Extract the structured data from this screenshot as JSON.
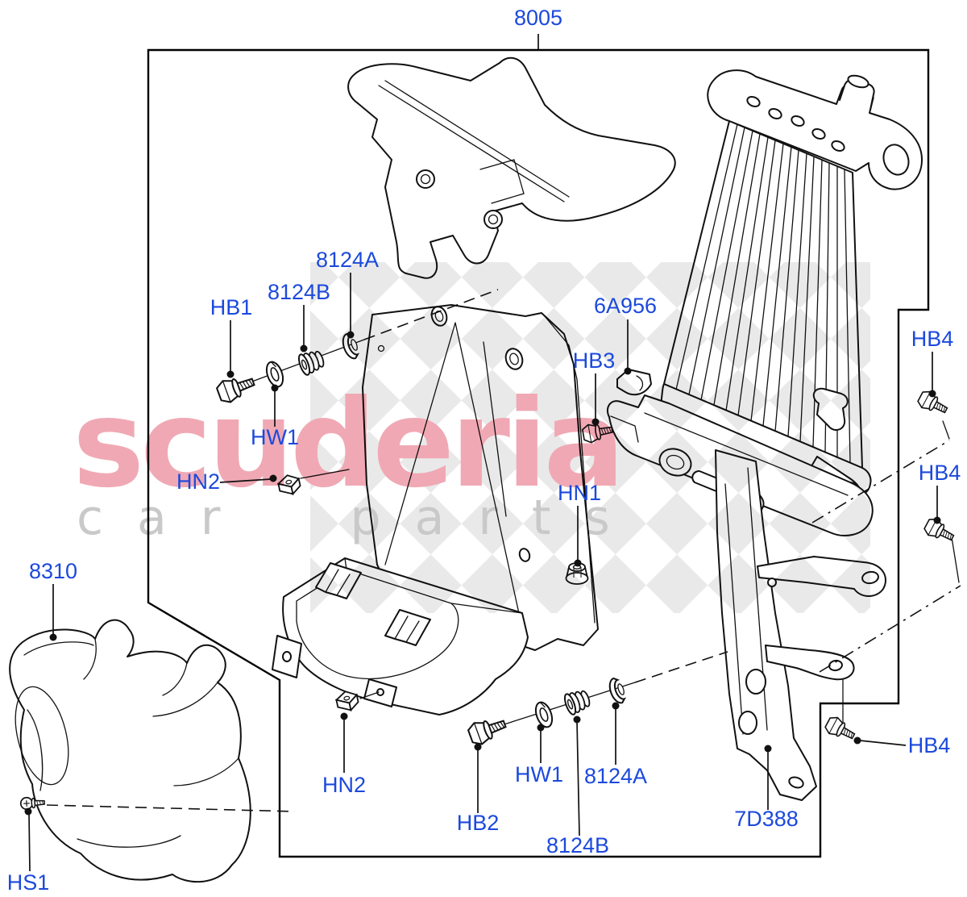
{
  "diagram": {
    "assembly_code": "8005",
    "figure_type": "exploded-parts-diagram",
    "callouts": [
      {
        "code": "8005"
      },
      {
        "code": "8124A"
      },
      {
        "code": "8124B"
      },
      {
        "code": "HB1"
      },
      {
        "code": "HW1"
      },
      {
        "code": "HN2"
      },
      {
        "code": "8310"
      },
      {
        "code": "HS1"
      },
      {
        "code": "HN1"
      },
      {
        "code": "HB3"
      },
      {
        "code": "6A956"
      },
      {
        "code": "HB4"
      },
      {
        "code": "HB4"
      },
      {
        "code": "HB4"
      },
      {
        "code": "7D388"
      },
      {
        "code": "HN2"
      },
      {
        "code": "HB2"
      },
      {
        "code": "HW1"
      },
      {
        "code": "8124A"
      },
      {
        "code": "8124B"
      }
    ],
    "watermark": {
      "brand": "scuderia",
      "tagline": "car parts"
    },
    "colors": {
      "callout_blue": "#1c49dc",
      "line": "#111111",
      "watermark_pink": "#f0a9b4",
      "watermark_gray": "#c9c9c9",
      "checker_gray": "#e9e9e9",
      "background": "#ffffff"
    }
  }
}
